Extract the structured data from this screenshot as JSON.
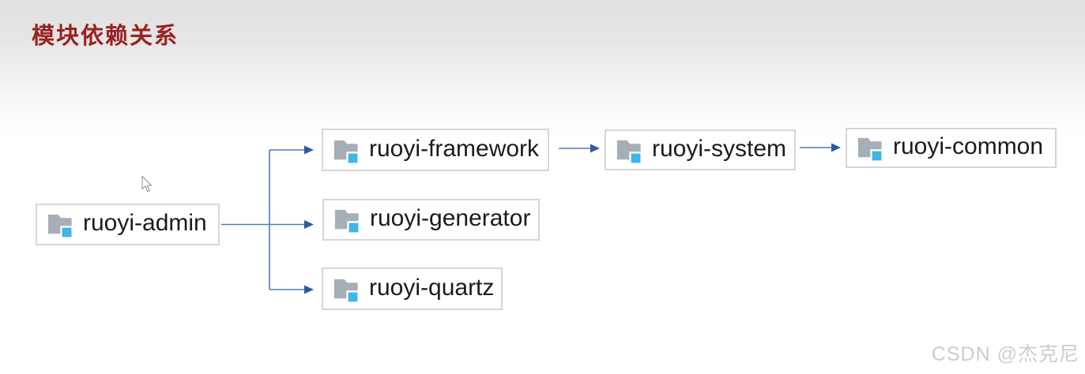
{
  "title": "模块依赖关系",
  "watermark": "CSDN @杰克尼",
  "colors": {
    "title_red": "#9a2222",
    "arrow_blue": "#5079b5",
    "arrowhead_blue": "#2d5a9e",
    "folder_gray": "#a8aeb8",
    "folder_blue": "#3db6e8",
    "node_border": "#d6d6d6",
    "node_bg": "#ffffff",
    "watermark_gray": "#cdcdcd"
  },
  "icons": {
    "module_icon": "folder-icon-with-blue-square",
    "cursor": "mouse-arrow-cursor"
  },
  "nodes": [
    {
      "id": "ruoyi-admin",
      "label": "ruoyi-admin"
    },
    {
      "id": "ruoyi-framework",
      "label": "ruoyi-framework"
    },
    {
      "id": "ruoyi-generator",
      "label": "ruoyi-generator"
    },
    {
      "id": "ruoyi-quartz",
      "label": "ruoyi-quartz"
    },
    {
      "id": "ruoyi-system",
      "label": "ruoyi-system"
    },
    {
      "id": "ruoyi-common",
      "label": "ruoyi-common"
    }
  ],
  "edges": [
    {
      "from": "ruoyi-admin",
      "to": "ruoyi-framework"
    },
    {
      "from": "ruoyi-admin",
      "to": "ruoyi-generator"
    },
    {
      "from": "ruoyi-admin",
      "to": "ruoyi-quartz"
    },
    {
      "from": "ruoyi-framework",
      "to": "ruoyi-system"
    },
    {
      "from": "ruoyi-system",
      "to": "ruoyi-common"
    }
  ]
}
